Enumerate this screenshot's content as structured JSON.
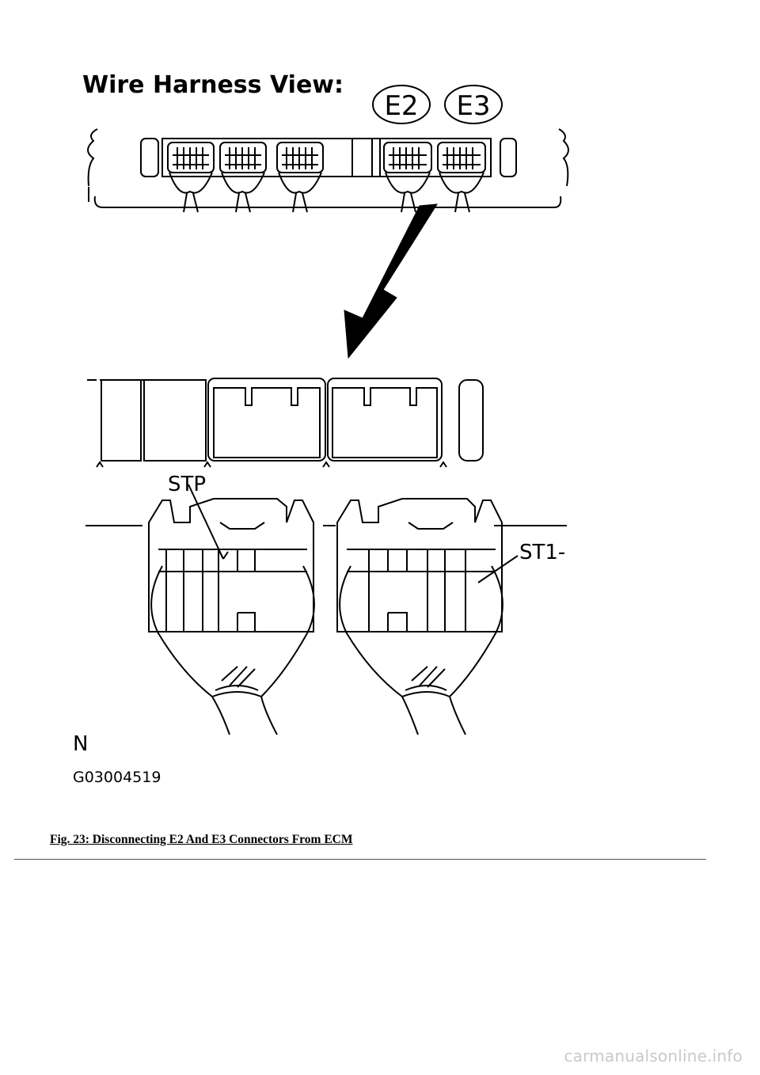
{
  "figure": {
    "heading": "Wire Harness View:",
    "connector_labels": [
      "E2",
      "E3"
    ],
    "terminal_labels": [
      "STP",
      "ST1-"
    ],
    "view_mark": "N",
    "figure_code": "G03004519"
  },
  "caption": "Fig. 23: Disconnecting E2 And E3 Connectors From ECM",
  "watermark": "carmanualsonline.info"
}
